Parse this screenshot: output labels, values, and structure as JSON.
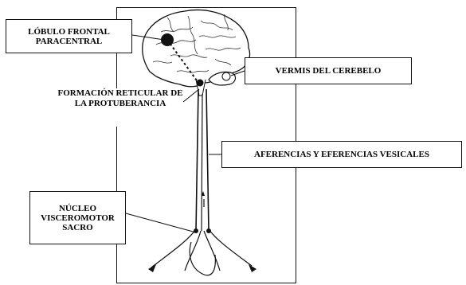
{
  "labels": {
    "frontal": "LÓBULO FRONTAL PARACENTRAL",
    "vermis": "VERMIS DEL CEREBELO",
    "formacion": "FORMACIÓN RETICULAR DE LA PROTUBERANCIA",
    "aferencias": "AFERENCIAS Y  EFERENCIAS VESICALES",
    "nucleo": "NÚCLEO VISCEROMOTOR SACRO"
  },
  "colors": {
    "ink": "#111111",
    "background": "#ffffff"
  }
}
